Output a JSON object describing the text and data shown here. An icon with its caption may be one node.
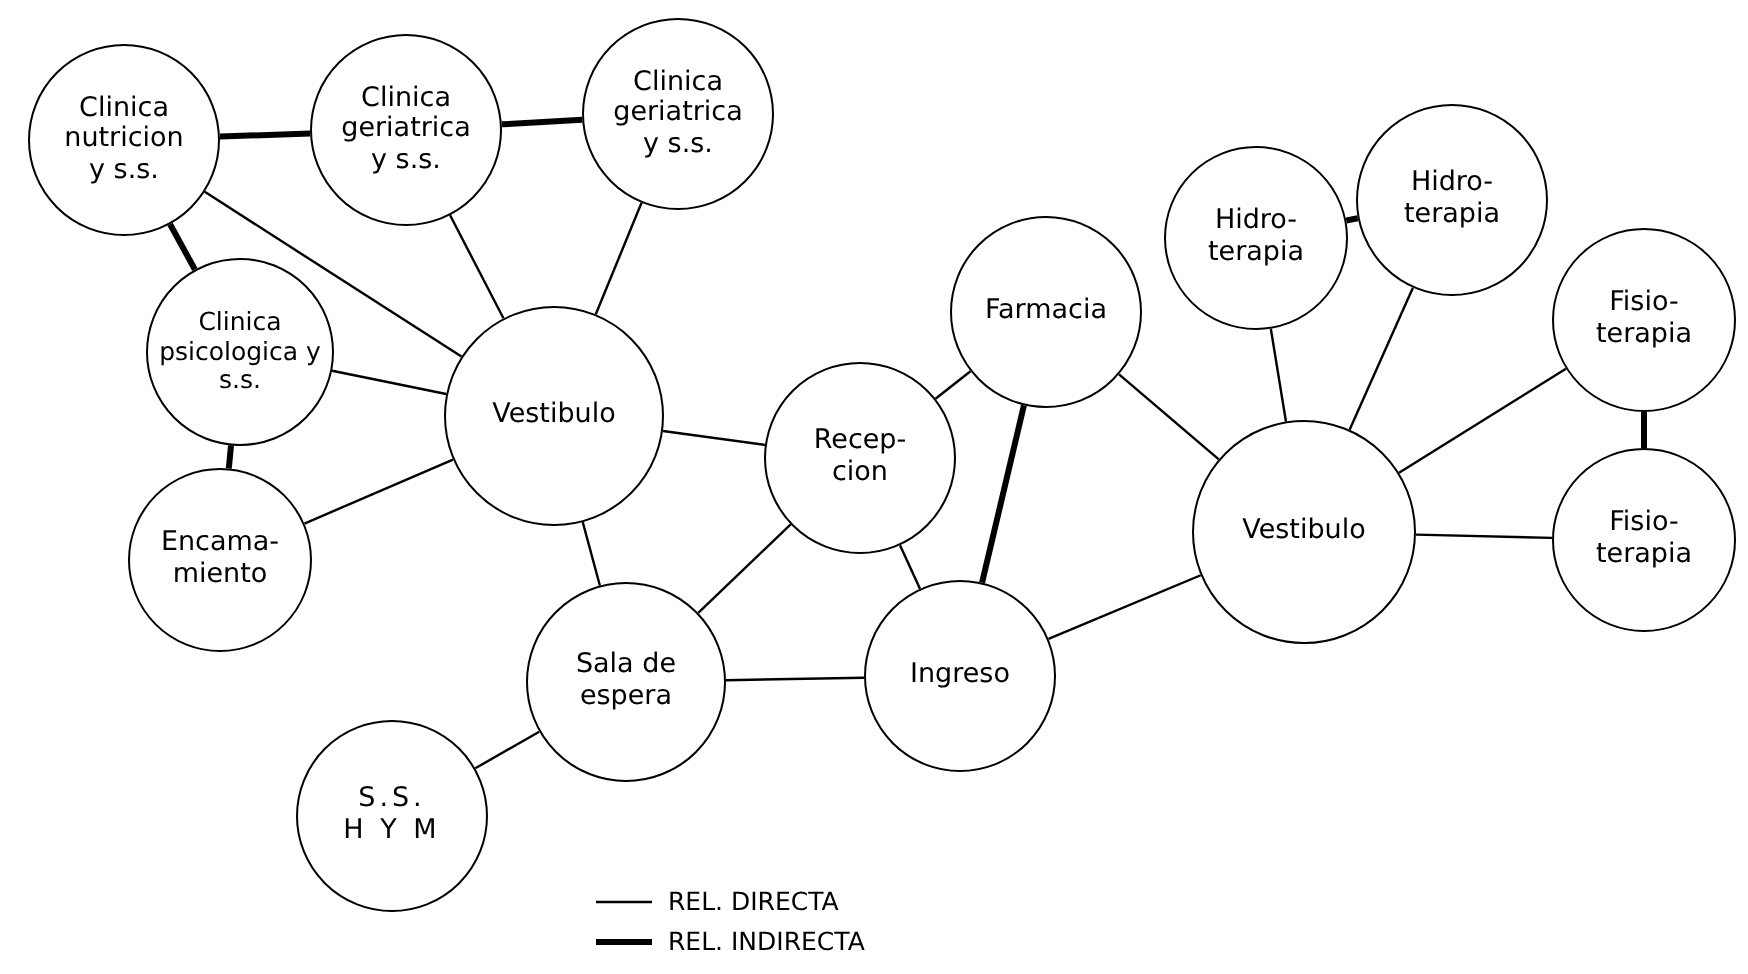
{
  "diagram": {
    "nodes": [
      {
        "text": [
          "Clinica nutricion y s.s."
        ]
      },
      {
        "text": [
          "Clinica geriatrica y s.s."
        ]
      },
      {
        "text": [
          "Clinica geriatrica y s.s."
        ]
      },
      {
        "text": [
          "Clinica psicologica y s.s."
        ]
      },
      {
        "text": [
          "Vestibulo"
        ]
      },
      {
        "text": [
          "Encama- miento"
        ]
      },
      {
        "text": [
          "Recep- cion"
        ]
      },
      {
        "text": [
          "Sala de espera"
        ]
      },
      {
        "text": [
          "Ingreso"
        ]
      },
      {
        "text": [
          "S.S. H Y M"
        ]
      },
      {
        "text": [
          "Farmacia"
        ]
      },
      {
        "text": [
          "Hidro- terapia"
        ]
      },
      {
        "text": [
          "Hidro- terapia"
        ]
      },
      {
        "text": [
          "Fisio- terapia"
        ]
      },
      {
        "text": [
          "Vestibulo"
        ]
      },
      {
        "text": [
          "Fisio- terapia"
        ]
      }
    ],
    "edges": [
      {
        "from": 0,
        "to": 1,
        "arrow": "none",
        "style": "thick"
      },
      {
        "from": 1,
        "to": 2,
        "arrow": "none",
        "style": "thick"
      },
      {
        "from": 0,
        "to": 3,
        "arrow": "none",
        "style": "thick"
      },
      {
        "from": 3,
        "to": 5,
        "arrow": "none",
        "style": "thick"
      },
      {
        "from": 0,
        "to": 4,
        "arrow": "none"
      },
      {
        "from": 1,
        "to": 4,
        "arrow": "none"
      },
      {
        "from": 2,
        "to": 4,
        "arrow": "none"
      },
      {
        "from": 3,
        "to": 4,
        "arrow": "none"
      },
      {
        "from": 5,
        "to": 4,
        "arrow": "none"
      },
      {
        "from": 4,
        "to": 6,
        "arrow": "none"
      },
      {
        "from": 4,
        "to": 7,
        "arrow": "none"
      },
      {
        "from": 6,
        "to": 7,
        "arrow": "none"
      },
      {
        "from": 6,
        "to": 8,
        "arrow": "none"
      },
      {
        "from": 6,
        "to": 10,
        "arrow": "none"
      },
      {
        "from": 10,
        "to": 8,
        "arrow": "none",
        "style": "thick"
      },
      {
        "from": 7,
        "to": 9,
        "arrow": "none"
      },
      {
        "from": 7,
        "to": 8,
        "arrow": "none"
      },
      {
        "from": 8,
        "to": 14,
        "arrow": "none"
      },
      {
        "from": 10,
        "to": 14,
        "arrow": "none"
      },
      {
        "from": 11,
        "to": 14,
        "arrow": "none"
      },
      {
        "from": 12,
        "to": 14,
        "arrow": "none"
      },
      {
        "from": 13,
        "to": 14,
        "arrow": "none"
      },
      {
        "from": 15,
        "to": 14,
        "arrow": "none"
      },
      {
        "from": 11,
        "to": 12,
        "arrow": "none",
        "style": "thick"
      },
      {
        "from": 13,
        "to": 15,
        "arrow": "none",
        "style": "thick"
      }
    ],
    "legend": [
      {
        "text": "REL. DIRECTA"
      },
      {
        "text": "REL. INDIRECTA"
      }
    ]
  }
}
